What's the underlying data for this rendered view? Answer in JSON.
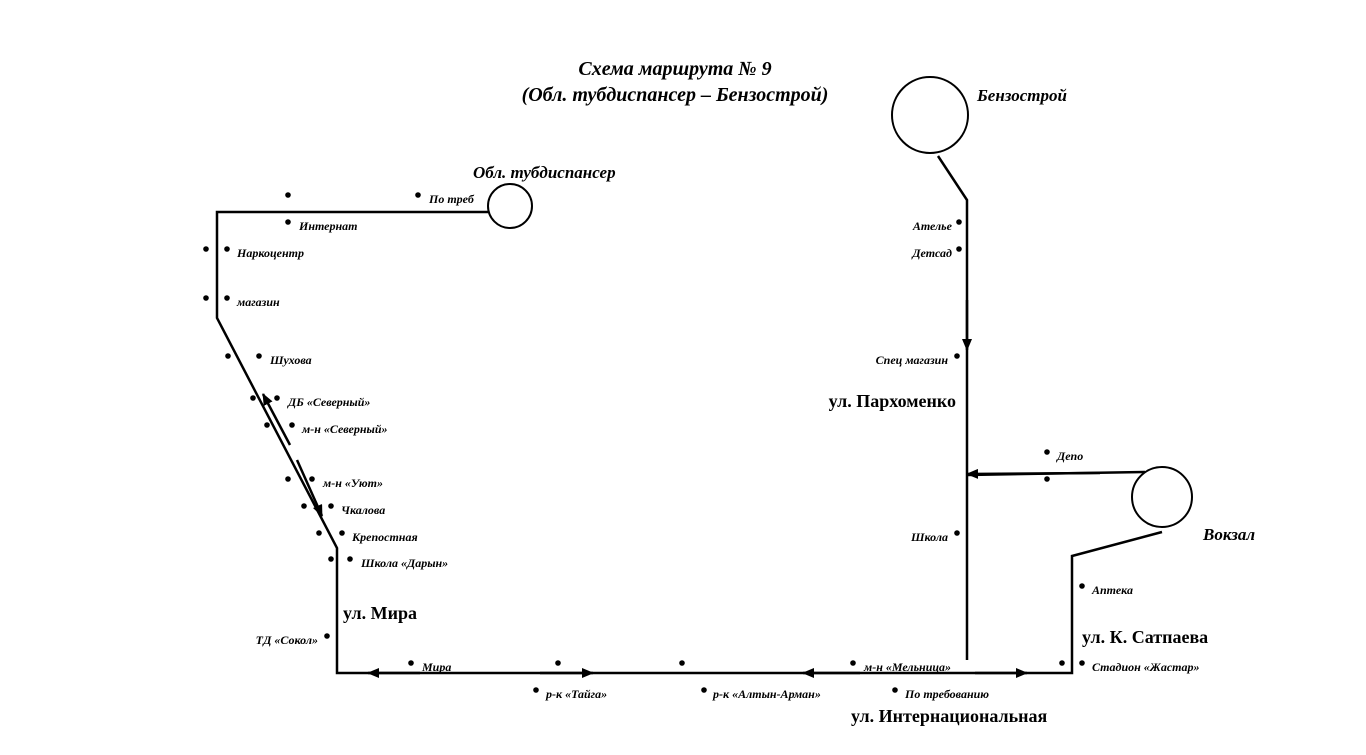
{
  "title": {
    "line1": "Схема маршрута № 9",
    "line2": "(Обл. тубдиспансер – Бензострой)"
  },
  "terminals": {
    "tubdispanser": "Обл. тубдиспансер",
    "benzostroy": "Бензострой",
    "vokzal": "Вокзал"
  },
  "streets": {
    "mira": "ул. Мира",
    "parkhomenko": "ул. Пархоменко",
    "satpaeva": "ул. К. Сатпаева",
    "internatsionalnaya": "ул. Интернациональная"
  },
  "stops": {
    "po_treb": "По треб",
    "internat": "Интернат",
    "narkocentr": "Наркоцентр",
    "magazin": "магазин",
    "shukhova": "Шухова",
    "db_severny": "ДБ «Северный»",
    "mn_severny": "м-н «Северный»",
    "mn_uyut": "м-н «Уют»",
    "chkalova": "Чкалова",
    "krepostnaya": "Крепостная",
    "shkola_daryn": "Школа «Дарын»",
    "td_sokol": "ТД «Сокол»",
    "mira": "Мира",
    "rk_taiga": "р-к «Тайга»",
    "rk_altyn_arman": "р-к «Алтын-Арман»",
    "mn_melnitsa": "м-н «Мельница»",
    "po_trebovaniyu": "По требованию",
    "stadion_zhastar": "Стадион «Жастар»",
    "apteka": "Аптека",
    "atele": "Ателье",
    "detsad": "Детсад",
    "spec_magazin": "Спец магазин",
    "shkola": "Школа",
    "depo": "Депо"
  }
}
